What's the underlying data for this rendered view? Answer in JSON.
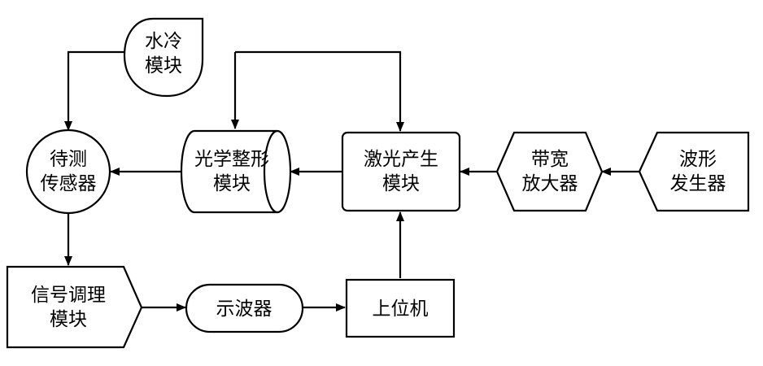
{
  "nodes": {
    "water_cooling": {
      "line1": "水冷",
      "line2": "模块"
    },
    "sensor": {
      "line1": "待测",
      "line2": "传感器"
    },
    "beam_shaping": {
      "line1": "光学整形",
      "line2": "模块"
    },
    "laser_generation": {
      "line1": "激光产生",
      "line2": "模块"
    },
    "broadband_amplifier": {
      "line1": "带宽",
      "line2": "放大器"
    },
    "waveform_generator": {
      "line1": "波形",
      "line2": "发生器"
    },
    "signal_conditioning": {
      "line1": "信号调理",
      "line2": "模块"
    },
    "oscilloscope": {
      "line1": "示波器"
    },
    "host_computer": {
      "line1": "上位机"
    }
  },
  "colors": {
    "stroke": "#000000",
    "fill": "#ffffff"
  }
}
